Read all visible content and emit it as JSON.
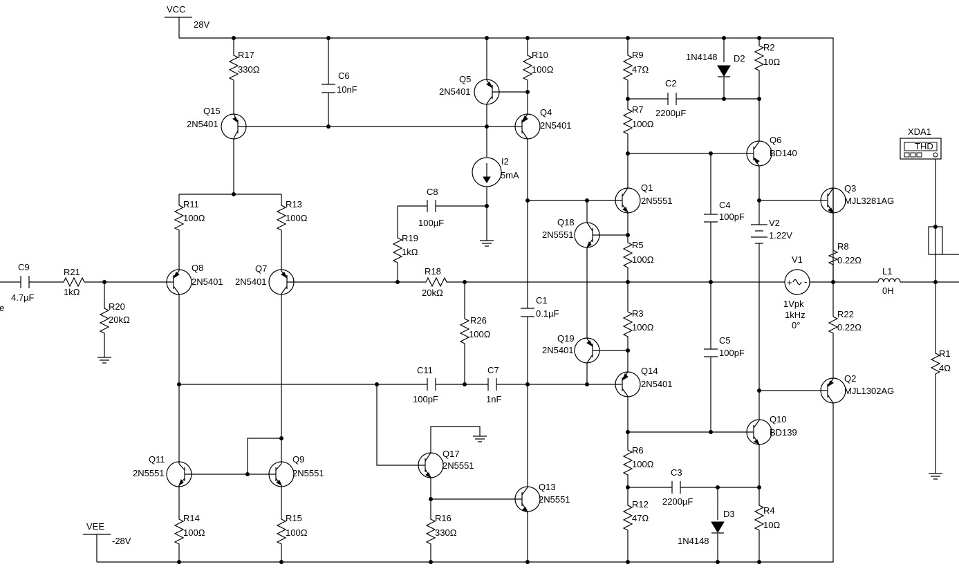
{
  "supplies": {
    "vcc": {
      "name": "VCC",
      "value": "28V"
    },
    "vee": {
      "name": "VEE",
      "value": "-28V"
    }
  },
  "input": {
    "label_fragment": "e"
  },
  "resistors": {
    "r1": {
      "ref": "R1",
      "value": "4Ω"
    },
    "r2": {
      "ref": "R2",
      "value": "10Ω"
    },
    "r3": {
      "ref": "R3",
      "value": "100Ω"
    },
    "r4": {
      "ref": "R4",
      "value": "10Ω"
    },
    "r5": {
      "ref": "R5",
      "value": "100Ω"
    },
    "r6": {
      "ref": "R6",
      "value": "100Ω"
    },
    "r7": {
      "ref": "R7",
      "value": "100Ω"
    },
    "r8": {
      "ref": "R8",
      "value": "0.22Ω"
    },
    "r9": {
      "ref": "R9",
      "value": "47Ω"
    },
    "r10": {
      "ref": "R10",
      "value": "100Ω"
    },
    "r11": {
      "ref": "R11",
      "value": "100Ω"
    },
    "r12": {
      "ref": "R12",
      "value": "47Ω"
    },
    "r13": {
      "ref": "R13",
      "value": "100Ω"
    },
    "r14": {
      "ref": "R14",
      "value": "100Ω"
    },
    "r15": {
      "ref": "R15",
      "value": "100Ω"
    },
    "r16": {
      "ref": "R16",
      "value": "330Ω"
    },
    "r17": {
      "ref": "R17",
      "value": "330Ω"
    },
    "r18": {
      "ref": "R18",
      "value": "20kΩ"
    },
    "r19": {
      "ref": "R19",
      "value": "1kΩ"
    },
    "r20": {
      "ref": "R20",
      "value": "20kΩ"
    },
    "r21": {
      "ref": "R21",
      "value": "1kΩ"
    },
    "r22": {
      "ref": "R22",
      "value": "0.22Ω"
    },
    "r26": {
      "ref": "R26",
      "value": "100Ω"
    }
  },
  "capacitors": {
    "c1": {
      "ref": "C1",
      "value": "0.1µF"
    },
    "c2": {
      "ref": "C2",
      "value": "2200µF"
    },
    "c3": {
      "ref": "C3",
      "value": "2200µF"
    },
    "c4": {
      "ref": "C4",
      "value": "100pF"
    },
    "c5": {
      "ref": "C5",
      "value": "100pF"
    },
    "c6": {
      "ref": "C6",
      "value": "10nF"
    },
    "c7": {
      "ref": "C7",
      "value": "1nF"
    },
    "c8": {
      "ref": "C8",
      "value": "100µF"
    },
    "c9": {
      "ref": "C9",
      "value": "4.7µF"
    },
    "c11": {
      "ref": "C11",
      "value": "100pF"
    }
  },
  "transistors": {
    "q1": {
      "ref": "Q1",
      "part": "2N5551"
    },
    "q2": {
      "ref": "Q2",
      "part": "MJL1302AG"
    },
    "q3": {
      "ref": "Q3",
      "part": "MJL3281AG"
    },
    "q4": {
      "ref": "Q4",
      "part": "2N5401"
    },
    "q5": {
      "ref": "Q5",
      "part": "2N5401"
    },
    "q6": {
      "ref": "Q6",
      "part": "BD140"
    },
    "q7": {
      "ref": "Q7",
      "part": "2N5401"
    },
    "q8": {
      "ref": "Q8",
      "part": "2N5401"
    },
    "q9": {
      "ref": "Q9",
      "part": "2N5551"
    },
    "q10": {
      "ref": "Q10",
      "part": "BD139"
    },
    "q11": {
      "ref": "Q11",
      "part": "2N5551"
    },
    "q13": {
      "ref": "Q13",
      "part": "2N5551"
    },
    "q14": {
      "ref": "Q14",
      "part": "2N5401"
    },
    "q15": {
      "ref": "Q15",
      "part": "2N5401"
    },
    "q17": {
      "ref": "Q17",
      "part": "2N5551"
    },
    "q18": {
      "ref": "Q18",
      "part": "2N5551"
    },
    "q19": {
      "ref": "Q19",
      "part": "2N5401"
    }
  },
  "diodes": {
    "d2": {
      "ref": "D2",
      "part": "1N4148"
    },
    "d3": {
      "ref": "D3",
      "part": "1N4148"
    }
  },
  "sources": {
    "i2": {
      "ref": "I2",
      "value": "5mA"
    },
    "v1": {
      "ref": "V1",
      "amplitude": "1Vpk",
      "frequency": "1kHz",
      "phase": "0°"
    },
    "v2": {
      "ref": "V2",
      "value": "1.22V"
    }
  },
  "inductors": {
    "l1": {
      "ref": "L1",
      "value": "0H"
    }
  },
  "instruments": {
    "xda1": {
      "ref": "XDA1",
      "display": "THD"
    }
  }
}
